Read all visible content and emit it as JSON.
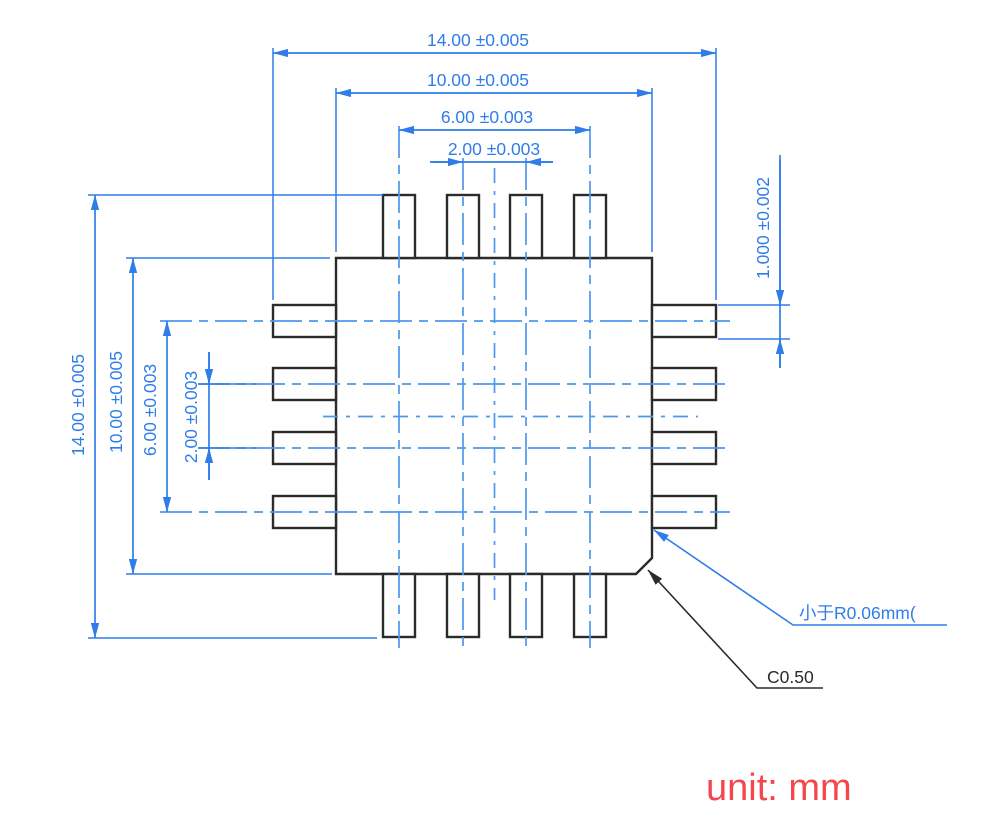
{
  "colors": {
    "dimension_blue": "#2f7de9",
    "centerline_blue": "#4f97ee",
    "outline_dark": "#2b2b2b",
    "leader_dark": "#2b2b2b",
    "unit_red": "#f4474d",
    "background": "#ffffff"
  },
  "drawing": {
    "type": "mechanical dimension drawing of 16-pin quad package, top view",
    "unit": "mm"
  },
  "dimensions": {
    "top": [
      {
        "name": "overall-width",
        "label": "14.00 ±0.005"
      },
      {
        "name": "body-width",
        "label": "10.00 ±0.005"
      },
      {
        "name": "pin-span-width",
        "label": "6.00 ±0.003"
      },
      {
        "name": "pin-pitch-width",
        "label": "2.00 ±0.003"
      }
    ],
    "left": [
      {
        "name": "overall-height",
        "label": "14.00 ±0.005"
      },
      {
        "name": "body-height",
        "label": "10.00 ±0.005"
      },
      {
        "name": "pin-span-height",
        "label": "6.00 ±0.003"
      },
      {
        "name": "pin-pitch-height",
        "label": "2.00 ±0.003"
      }
    ],
    "right": {
      "name": "pin-width",
      "label": "1.000 ±0.002"
    }
  },
  "annotations": {
    "corner_radius_note": "小于R0.06mm(",
    "chamfer_note": "C0.50",
    "unit_note": "unit: mm"
  }
}
